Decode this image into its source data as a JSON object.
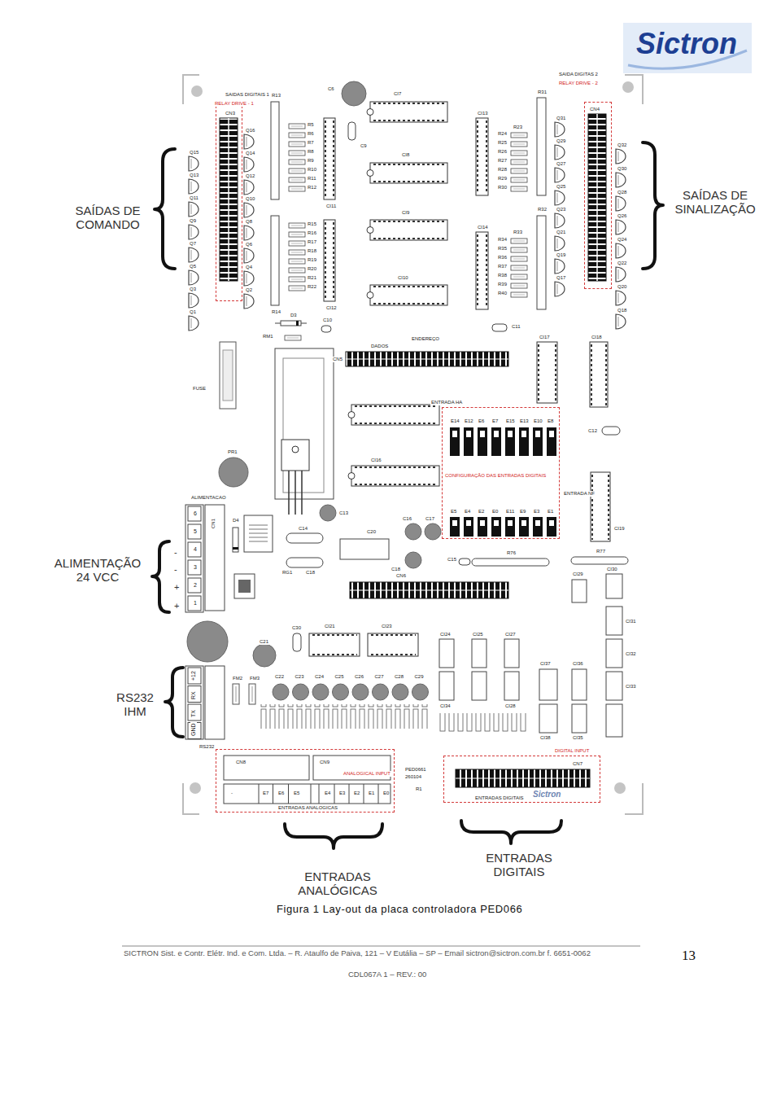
{
  "diagram": {
    "caption": "Figura 1 Lay-out da placa controladora PED066",
    "nodes": [
      {
        "text": [
          "SAIDAS DIGITAIS 1",
          "RELAY DRIVE - 1"
        ]
      },
      {
        "text": [
          "SAIDA DIGITAS 2",
          "RELAY DRIVE - 2"
        ]
      },
      {
        "text": [
          "ENTRADA HA",
          "CONFIGURAÇÃO DAS ENTRADAS DIGITAIS",
          "ENTRADA NF"
        ]
      },
      {
        "text": [
          "ANALOGICAL INPUT",
          "ENTRADAS ANALOGICAS"
        ]
      },
      {
        "text": [
          "DIGITAL INPUT",
          "ENTRADAS DIGITAIS"
        ]
      }
    ],
    "labels": [
      "SAÍDAS DE COMANDO",
      "SAÍDAS DE SINALIZAÇÃO",
      "ALIMENTAÇÃO 24 VCC",
      "RS232 IHM",
      "ENTRADAS ANALÓGICAS",
      "ENTRADAS DIGITAIS",
      "Sictron",
      "SICTRON Sist. e Contr. Elétr. Ind. e Com. Ltda. – R. Ataulfo de Paiva, 121 – V Eutália – SP – Email sictron@sictron.com.br f. 6651-0062",
      "13",
      "CDL067A 1 – REV.: 00",
      "Q15",
      "Q13",
      "Q11",
      "Q9",
      "Q7",
      "Q5",
      "Q3",
      "Q1",
      "Q16",
      "Q14",
      "Q12",
      "Q10",
      "Q8",
      "Q6",
      "Q4",
      "Q2",
      "Q31",
      "Q29",
      "Q27",
      "Q25",
      "Q23",
      "Q21",
      "Q19",
      "Q17",
      "Q32",
      "Q30",
      "Q28",
      "Q26",
      "Q24",
      "Q22",
      "Q20",
      "Q18",
      "R5",
      "R6",
      "R7",
      "R8",
      "R9",
      "R10",
      "R11",
      "R12",
      "R15",
      "R16",
      "R17",
      "R18",
      "R19",
      "R20",
      "R21",
      "R22",
      "R24",
      "R25",
      "R26",
      "R27",
      "R28",
      "R29",
      "R30",
      "R34",
      "R35",
      "R36",
      "R37",
      "R38",
      "R39",
      "R40",
      "C22",
      "C23",
      "C24",
      "C25",
      "C26",
      "C27",
      "C28",
      "C29",
      "-",
      "E7",
      "E6",
      "E5",
      "E4",
      "E3",
      "E2",
      "E1",
      "E0",
      "E14",
      "E12",
      "E6",
      "E7",
      "E15",
      "E13",
      "E10",
      "E8",
      "E5",
      "E4",
      "E2",
      "E0",
      "E11",
      "E9",
      "E3",
      "E1",
      "6",
      "5",
      "4",
      "3",
      "2",
      "1",
      "-",
      "-",
      "+",
      "+",
      "+12",
      "RX",
      "TX",
      "GND",
      "CN3",
      "CN4",
      "R13",
      "C6",
      "C9",
      "CI7",
      "CI8",
      "CI9",
      "CI10",
      "CI11",
      "CI12",
      "R14",
      "D3",
      "C10",
      "RM1",
      "CN5",
      "DADOS",
      "ENDEREÇO",
      "C11",
      "CI17",
      "CI18",
      "CI13",
      "CI14",
      "R23",
      "R31",
      "R32",
      "R33",
      "FUSE",
      "PR1",
      "CI16",
      "C12",
      "CI19",
      "ALIMENTACAO",
      "CN1",
      "D4",
      "C14",
      "C13",
      "C20",
      "C16",
      "C17",
      "C18",
      "C18",
      "RG1",
      "C15",
      "R76",
      "R77",
      "CN6",
      "C21",
      "C30",
      "CI21",
      "CI23",
      "CI24",
      "CI25",
      "CI27",
      "CI34",
      "CI28",
      "CI37",
      "CI36",
      "CI38",
      "CI35",
      "CI29",
      "CI30",
      "CI31",
      "CI32",
      "CI33",
      "FM2",
      "FM3",
      "RS232",
      "CN8",
      "CN9",
      "PED0661",
      "260104",
      "R1",
      "CN7",
      "Sictron"
    ]
  }
}
